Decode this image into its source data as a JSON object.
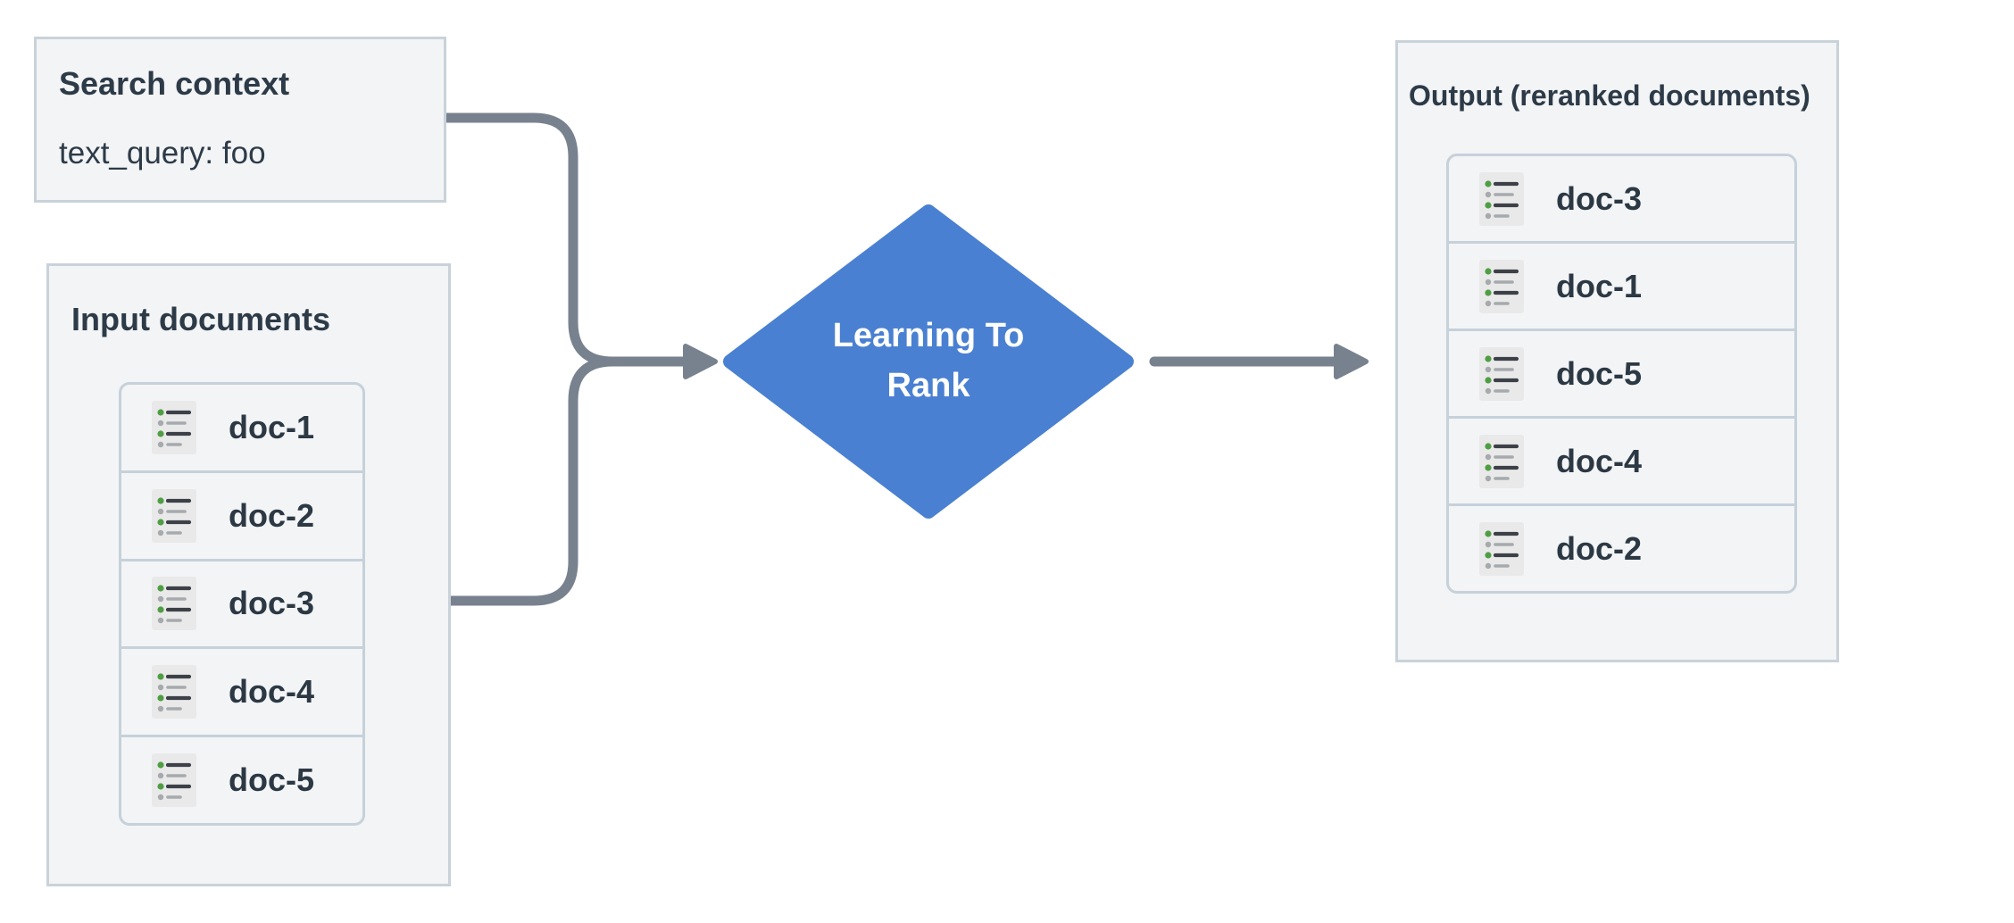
{
  "search_context": {
    "title": "Search context",
    "query": "text_query: foo"
  },
  "input_documents": {
    "title": "Input documents",
    "docs": [
      "doc-1",
      "doc-2",
      "doc-3",
      "doc-4",
      "doc-5"
    ]
  },
  "ltr_node": {
    "label": "Learning To Rank",
    "line1": "Learning To",
    "line2": "Rank"
  },
  "output_documents": {
    "title": "Output (reranked documents)",
    "docs": [
      "doc-3",
      "doc-1",
      "doc-5",
      "doc-4",
      "doc-2"
    ]
  },
  "icons": {
    "doc_row_icon": "bulleted-list-icon"
  },
  "colors": {
    "accent_blue": "#4a80d1",
    "arrow_gray": "#78828f",
    "box_background": "#f2f4f6",
    "box_border": "#c9d2da",
    "list_border": "#c6d1da",
    "text_dark": "#2d3a47",
    "icon_background": "#e9e9ea",
    "icon_green_dot": "#4f9e43",
    "icon_gray": "#a6aaad",
    "icon_dark_line": "#3d4147"
  }
}
